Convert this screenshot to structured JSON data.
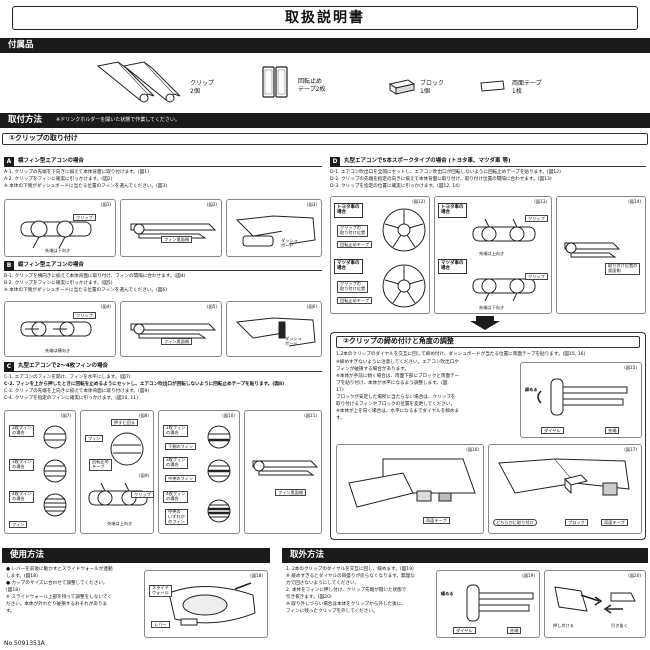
{
  "doc_title": "取扱説明書",
  "accessories": {
    "header": "付属品",
    "items": [
      {
        "label": "クリップ\n2個"
      },
      {
        "label": "回転止め\nテープ2枚"
      },
      {
        "label": "ブロック\n1個"
      },
      {
        "label": "両面テープ\n1枚"
      }
    ]
  },
  "install": {
    "header": "取付方法",
    "note": "※ドリンクホルダーを開いた状態で作業してください。",
    "clip_title": "①クリップの取り付け",
    "sections": {
      "A": {
        "letter": "A",
        "title": "横フィン型エアコンの場合",
        "steps": [
          "A-1. クリップの先端を下向きに揃えて本体背面に取り付けます。(図1)",
          "A-2. クリップをフィンに確実に引っかけます。(図2)",
          "※ 本体の下側がダッシュボードに当たる位置のフィンを選んでください。(図3)"
        ],
        "figs": [
          "(図1)",
          "(図2)",
          "(図3)"
        ],
        "labels": {
          "clip": "クリップ",
          "tip": "先端は下向き",
          "fin_back": "フィン奥面側",
          "dash": "ダッシュ\nボード"
        }
      },
      "B": {
        "letter": "B",
        "title": "縦フィン型エアコンの場合",
        "steps": [
          "B-1. クリップを横向きに揃えて本体背面に取り付け、フィンの間隔に合わせます。(図4)",
          "B-2. クリップをフィンに確実に引っかけます。(図5)",
          "※ 本体の下側がダッシュボードに当たる位置のフィンを選んでください。(図6)"
        ],
        "figs": [
          "(図4)",
          "(図5)",
          "(図6)"
        ],
        "labels": {
          "clip": "クリップ",
          "tip": "先端は横向き",
          "fin_back": "フィン奥面側",
          "dash": "ダッシュ\nボード"
        }
      },
      "C": {
        "letter": "C",
        "title": "丸型エアコンで2〜4枚フィンの場合",
        "steps": [
          "C-1. エアコンのフィンを開け、フィンを水平にします。(図7)",
          "C-2. フィンを上から押したときに回転を止めるようにセットし、エアコン吹出口が回転しないように回転止めテープを貼ります。(図8)",
          "C-3. クリップの先端を上向きに揃えて本体背面に取り付けます。(図9)",
          "C-4. クリップを指定のフィンに確実に引っかけます。(図10, 11)"
        ],
        "figs": [
          "(図7)",
          "(図8)",
          "(図9)",
          "(図10)",
          "(図11)"
        ],
        "fin_cases": [
          {
            "label": "2枚フィン\nの場合"
          },
          {
            "label": "3枚フィン\nの場合"
          },
          {
            "label": "4枚フィン\nの場合"
          }
        ],
        "fin_cases_right": [
          {
            "label": "2枚フィン\nの場合",
            "sub": "下側のフィン"
          },
          {
            "label": "3枚フィン\nの場合",
            "sub": "中央のフィン"
          },
          {
            "label": "4枚フィン\nの場合",
            "sub": "中央の\nいずれか\nのフィン"
          }
        ],
        "labels": {
          "fin": "フィン",
          "push": "押すと回る",
          "stop_tape": "回転止め\nテープ",
          "clip": "クリップ",
          "tip_up": "先端は上向き",
          "fin_back": "フィン奥面側"
        }
      },
      "D": {
        "letter": "D",
        "title": "丸型エアコンで5本スポークタイプの場合 (トヨタ車、マツダ車 等)",
        "steps": [
          "D-1. エアコン吹出口を全開にセットし、エアコン吹出口が回転しないように回転止めテープを貼ります。(図12)",
          "D-2. クリップの先端を指定の向きに揃えて本体背面に取り付け、取り付け位置の間隔に合わせます。(図13)",
          "D-3. クリップを指定の位置に確実に引っかけます。(図12, 14)"
        ],
        "figs": [
          "(図12)",
          "(図13)",
          "(図14)"
        ],
        "toyota": "トヨタ車の\n場合",
        "mazda": "マツダ車の\n場合",
        "labels": {
          "clip_pos": "クリップの\n取り付け位置",
          "stop_tape": "回転止めテープ",
          "clip": "クリップ",
          "tip_up": "先端は上向き",
          "tip_down": "先端は下向き",
          "clip_back": "取り付け位置の\n奥面側"
        }
      }
    },
    "adjust": {
      "title": "②クリップの締め付けと角度の調整",
      "steps": [
        "1.2本のクリップのダイヤルを交互に回して締め付け、ダッシュボードが当たる位置に両面テープを貼ります。(図15, 16)",
        "※締めすぎないように注意してください。エアコン吹出口や",
        "フィンが破損する場合があります。",
        "※本体が手前に傾く場合は、両面下部にブロックと両面テー",
        "プを貼り付け、本体が水平になるよう調整します。(図",
        "17)",
        "ブロックが安定した場所に当たらない場合は、クリップを",
        "取り付けるフィンやブロックの位置を変更してください。",
        "※本体が上を向く場合は、水平になるまでダイヤルを締めま",
        "す。"
      ],
      "figs": [
        "(図15)",
        "(図16)",
        "(図17)"
      ],
      "labels": {
        "tighten": "締める",
        "dial": "ダイヤル",
        "tip": "先端",
        "double_tape": "両面テープ",
        "either_pos": "どちらかに取り付け",
        "block": "ブロック",
        "double_tape2": "両面テープ"
      }
    }
  },
  "usage": {
    "header": "使用方法",
    "steps": [
      "● レバーを前後に動かすとスライドウォールが連動",
      "  します。(図18)",
      "● カップのサイズに合わせて調整してください。",
      "  (図18)",
      "※ スライドウォール上部を持って調整をしないでく",
      "  ださい。本体が外れたり破損するおそれがありま",
      "  す。"
    ],
    "fig": "(図18)",
    "labels": {
      "slide_wall": "スライド\nウォール",
      "lever": "レバー"
    }
  },
  "removal": {
    "header": "取外方法",
    "steps": [
      "1. 2本のクリップのダイヤルを交互に回し、緩めます。(図19)",
      "※ 緩めすぎるとダイヤルの目盛りが戻らなくなります。無理な",
      "  力で回さないようにしてください。",
      "2. 本体をフィンに押し付け、クリップ先端が開いた状態で",
      "  引き抜きます。(図20)",
      "※ 取り外しづらい場合は本体をクリップから外した後に、",
      "  フィンに残ったクリップを外してください。"
    ],
    "figs": [
      "(図19)",
      "(図20)"
    ],
    "labels": {
      "loosen": "緩める",
      "dial": "ダイヤル",
      "tip": "先端",
      "push": "押し付ける",
      "pull": "引き抜く"
    }
  },
  "doc_number": "No.5091353A"
}
